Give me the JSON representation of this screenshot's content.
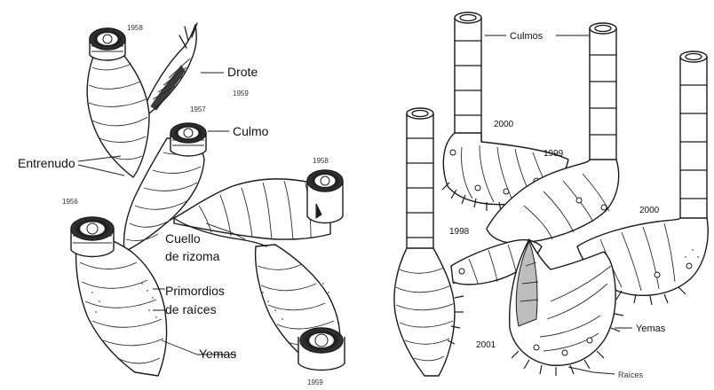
{
  "left_panel": {
    "labels": {
      "drote": "Drote",
      "culmo": "Culmo",
      "entrenudo": "Entrenudo",
      "cuello_line1": "Cuello",
      "cuello_line2": "de rizoma",
      "primordios_line1": "Primordios",
      "primordios_line2": "de raíces",
      "yemas": "Yemas"
    },
    "years": {
      "top_culm": "1958",
      "shoot": "1959",
      "culmo": "1957",
      "right_rhizome": "1958",
      "left_rhizome": "1956",
      "bottom": "1959"
    }
  },
  "right_panel": {
    "labels": {
      "culmos": "Culmos",
      "yemas": "Yemas",
      "raices": "Raíces"
    },
    "years": {
      "y2000_top": "2000",
      "y1999": "1999",
      "y2000_right": "2000",
      "y1998": "1998",
      "y2001": "2001"
    }
  }
}
